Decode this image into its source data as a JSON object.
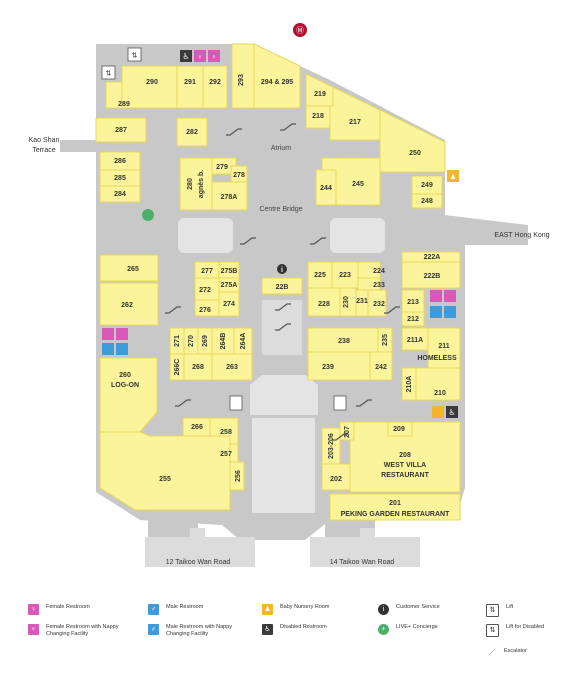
{
  "stores": {
    "s289": "289",
    "s290": "290",
    "s291": "291",
    "s292": "292",
    "s293": "293",
    "s294": "294 & 295",
    "s219": "219",
    "s218": "218",
    "s217": "217",
    "s250": "250",
    "s249": "249",
    "s248": "248",
    "s287": "287",
    "s282": "282",
    "s286": "286",
    "s285": "285",
    "s284": "284",
    "s280": "280",
    "s280b": "agnès b.",
    "s279": "279",
    "s278": "278",
    "s278A": "278A",
    "s244": "244",
    "s245": "245",
    "s265": "265",
    "s262": "262",
    "s277": "277",
    "s275B": "275B",
    "s275A": "275A",
    "s272": "272",
    "s274": "274",
    "s276": "276",
    "s22B": "22B",
    "s225": "225",
    "s223": "223",
    "s224": "224",
    "s233": "233",
    "s228": "228",
    "s230": "230",
    "s231": "231",
    "s232": "232",
    "s222A": "222A",
    "s222B": "222B",
    "s213": "213",
    "s212": "212",
    "s211A": "211A",
    "s211": "211",
    "s211b": "HOMELESS",
    "s271": "271",
    "s270": "270",
    "s269": "269",
    "s264B": "264B",
    "s264A": "264A",
    "s266C": "266C",
    "s268": "268",
    "s263": "263",
    "s238": "238",
    "s235": "235",
    "s239": "239",
    "s242": "242",
    "s210A": "210A",
    "s210": "210",
    "s260": "260",
    "s260b": "LOG-ON",
    "s266": "266",
    "s258": "258",
    "s257": "257",
    "s256": "256",
    "s255": "255",
    "s209": "209",
    "s203": "203-206",
    "s207": "207",
    "s202": "202",
    "s208": "208",
    "s208b": "WEST VILLA",
    "s208c": "RESTAURANT",
    "s201": "201",
    "s201b": "PEKING GARDEN RESTAURANT"
  },
  "areas": {
    "atrium": "Atrium",
    "centre_bridge": "Centre Bridge",
    "kao_shan_1": "Kao Shan",
    "kao_shan_2": "Terrace",
    "east_hk": "EAST Hong Kong",
    "taikoo_12": "12 Taikoo Wan Road",
    "taikoo_14": "14 Taikoo Wan Road"
  },
  "legend": {
    "female": "Female Restroom",
    "female_nappy": "Female Restroom with Nappy Changing Facility",
    "male": "Male Restroom",
    "male_nappy": "Male Restroom with Nappy Changing Facility",
    "nursery": "Baby Nursery Room",
    "disabled": "Disabled Restroom",
    "customer": "Customer Service",
    "concierge": "LIVE+ Concierge",
    "lift": "Lift",
    "lift_disabled": "Lift for Disabled",
    "escalator": "Escalator"
  },
  "icons": {
    "mtr": "mtr-icon",
    "info": "info-icon",
    "escalator": "escalator-icon",
    "lift": "lift-icon",
    "female": "female-restroom-icon",
    "male": "male-restroom-icon",
    "disabled": "wheelchair-icon",
    "nursery": "baby-icon",
    "concierge": "concierge-icon"
  },
  "colors": {
    "shop": "#fbf49b",
    "shop_stroke": "#e8d65a",
    "corridor": "#c8c8c8",
    "void": "#e4e4e4",
    "female": "#d759b8",
    "male": "#3d9bd9",
    "nursery": "#f3b62a",
    "disabled": "#3a3a3a",
    "mtr": "#b2102b",
    "concierge": "#4caf6a"
  }
}
